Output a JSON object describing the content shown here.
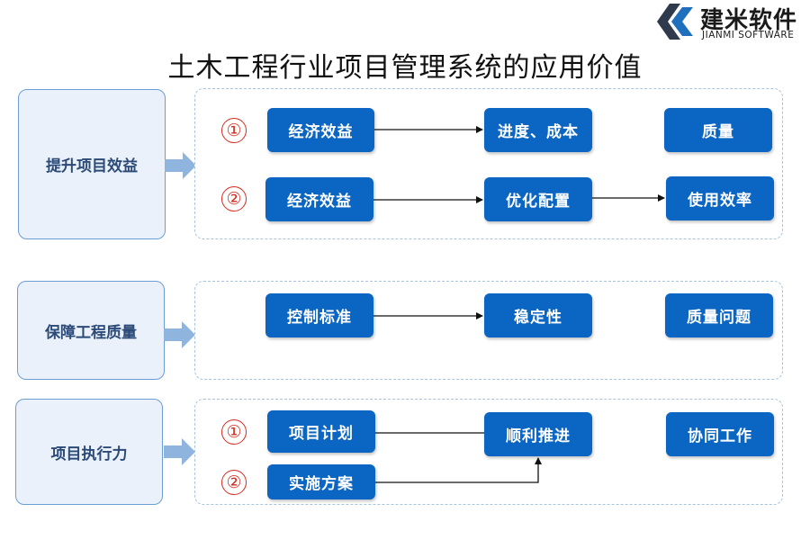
{
  "logo": {
    "name_cn": "建米软件",
    "name_en": "JIANMI SOFTWARE"
  },
  "title": "土木工程行业项目管理系统的应用价值",
  "colors": {
    "node_fill": "#0b65c2",
    "category_fill": "#eaf1fa",
    "category_border": "#6c9ed3",
    "number_marker": "#d52b1e"
  },
  "sections": [
    {
      "category": "提升项目效益",
      "rows": [
        {
          "marker": "①",
          "nodes": [
            "经济效益",
            "进度、成本",
            "质量"
          ]
        },
        {
          "marker": "②",
          "nodes": [
            "经济效益",
            "优化配置",
            "使用效率"
          ]
        }
      ]
    },
    {
      "category": "保障工程质量",
      "rows": [
        {
          "marker": "",
          "nodes": [
            "控制标准",
            "稳定性",
            "质量问题"
          ]
        }
      ]
    },
    {
      "category": "项目执行力",
      "rows": [
        {
          "marker": "①",
          "nodes": [
            "项目计划",
            "顺利推进",
            "协同工作"
          ]
        },
        {
          "marker": "②",
          "nodes": [
            "实施方案"
          ]
        }
      ]
    }
  ]
}
